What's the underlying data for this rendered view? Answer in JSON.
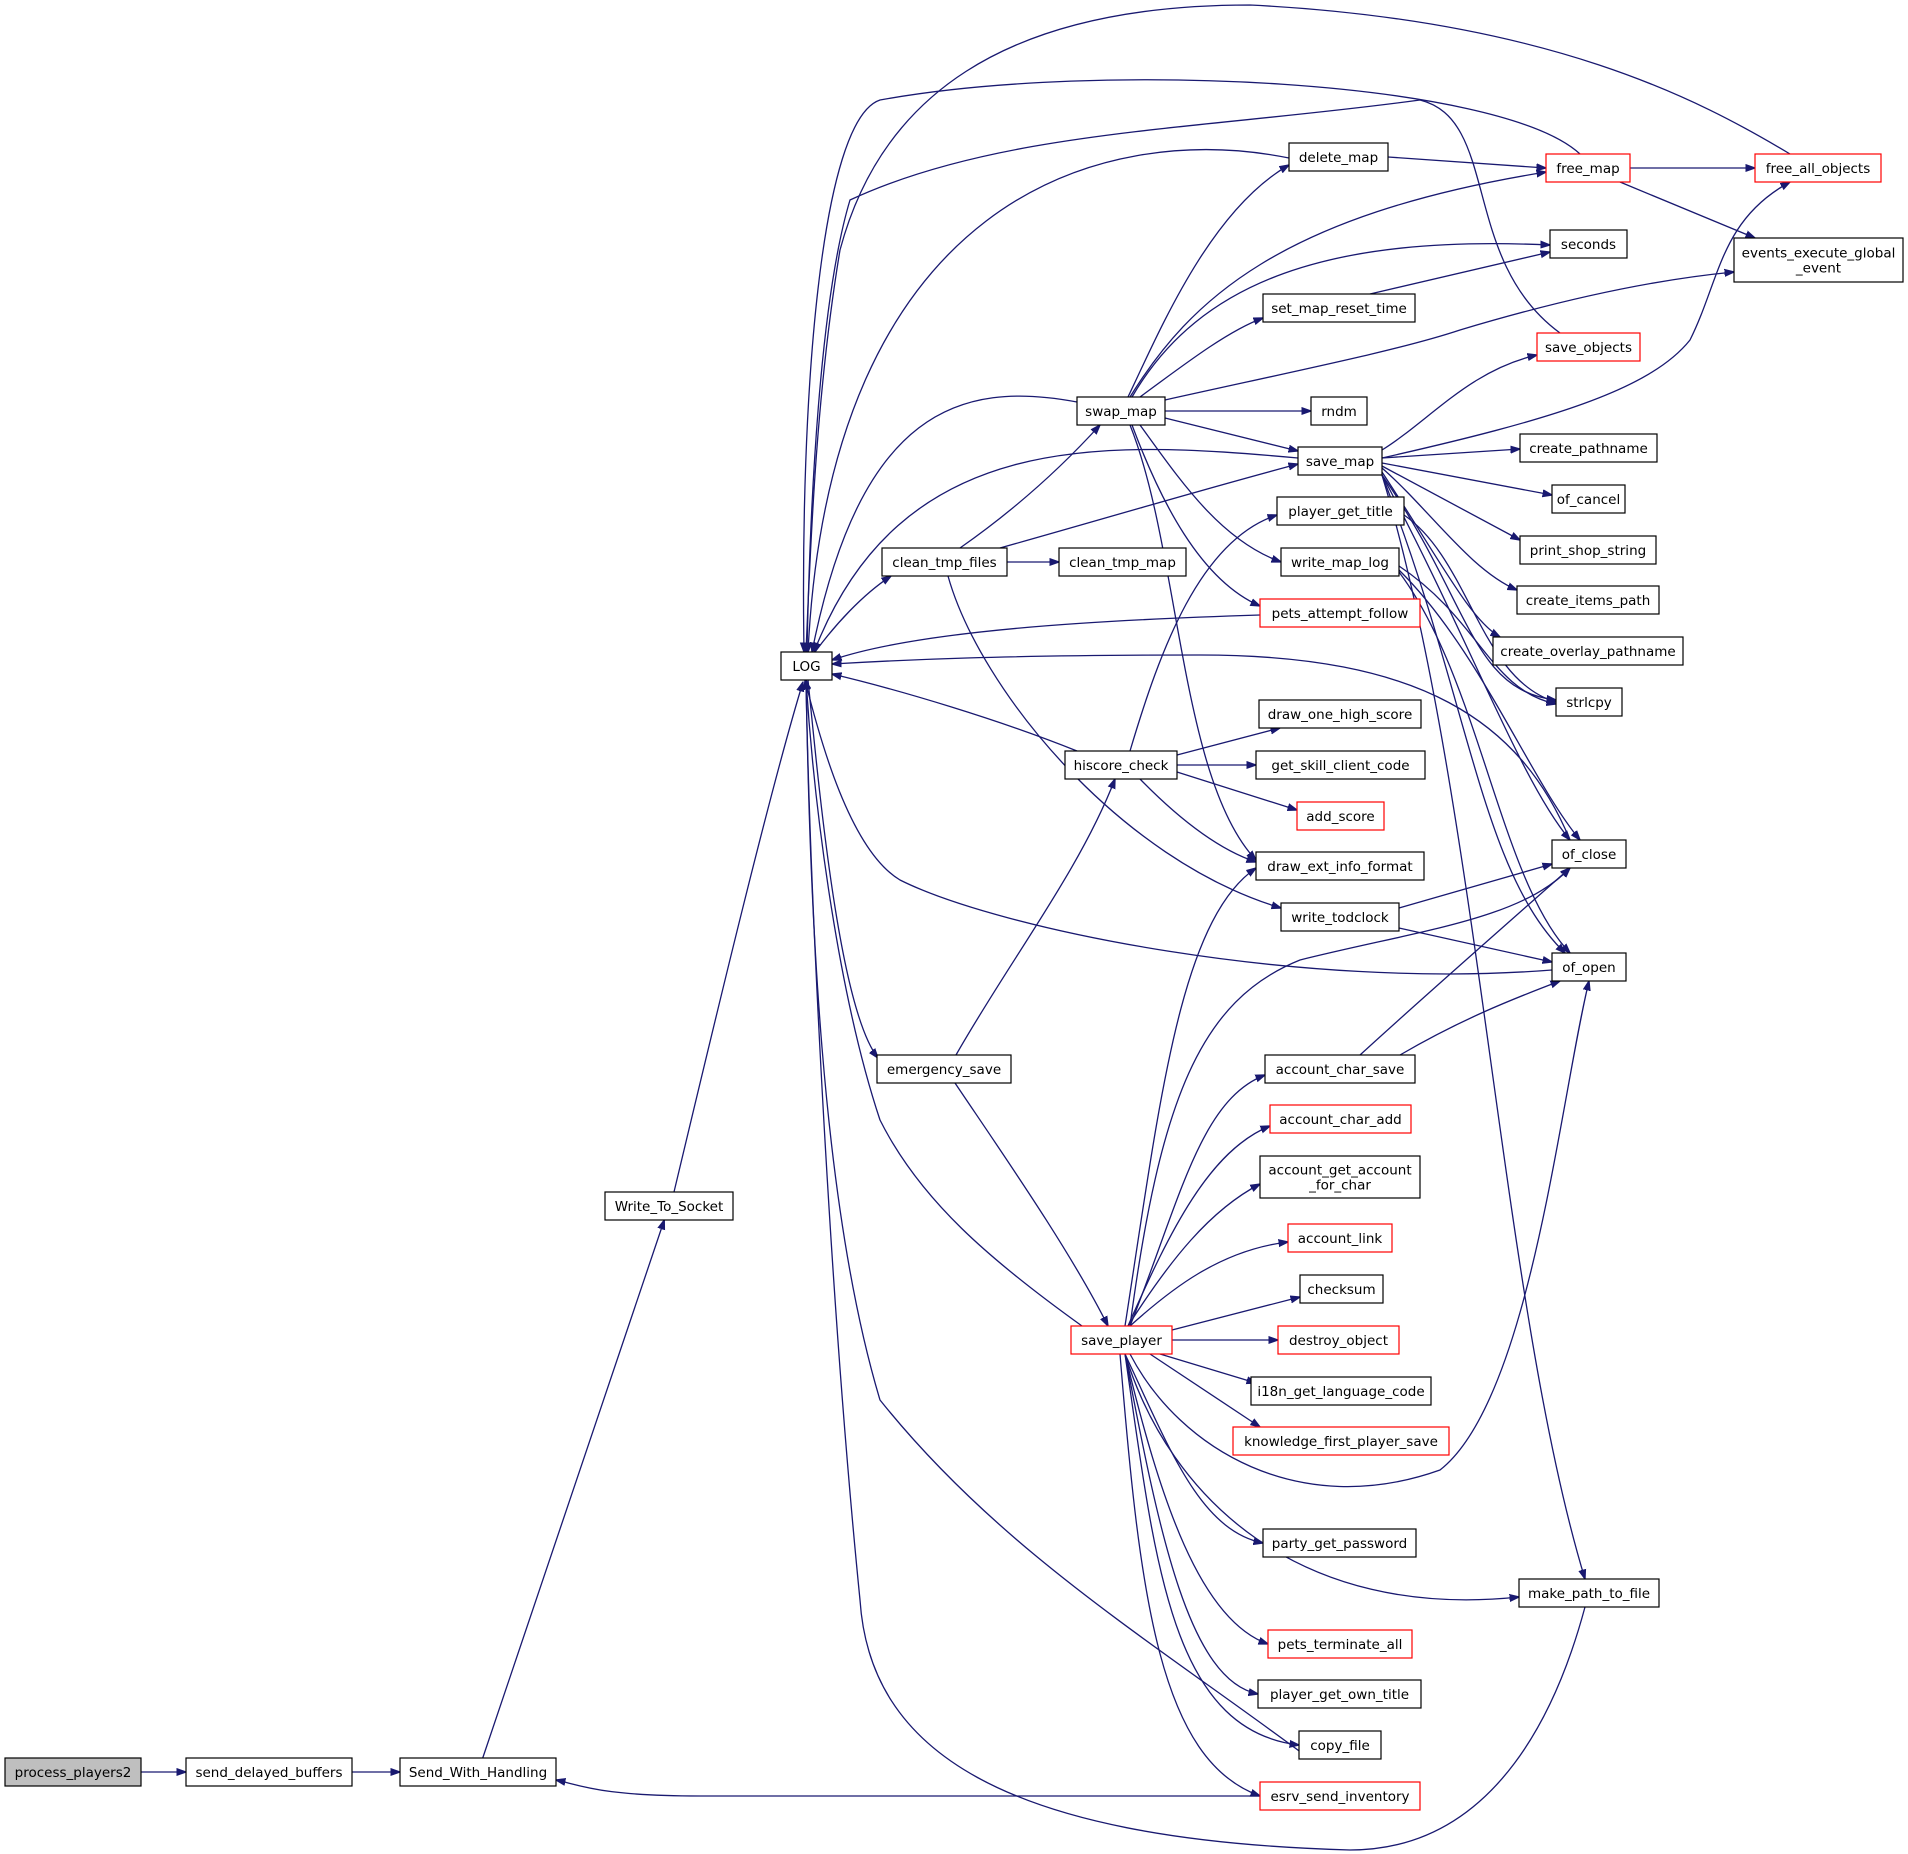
{
  "colors": {
    "edge": "#191970",
    "node_border": "#000000",
    "incomplete_node_border": "#ff0000",
    "root_fill": "#bfbfbf",
    "node_fill": "#ffffff"
  },
  "nodes": [
    {
      "id": "process_players2",
      "label": "process_players2",
      "style": "root"
    },
    {
      "id": "send_delayed_buffers",
      "label": "send_delayed_buffers",
      "style": "normal"
    },
    {
      "id": "Send_With_Handling",
      "label": "Send_With_Handling",
      "style": "normal"
    },
    {
      "id": "Write_To_Socket",
      "label": "Write_To_Socket",
      "style": "normal"
    },
    {
      "id": "LOG",
      "label": "LOG",
      "style": "normal"
    },
    {
      "id": "clean_tmp_files",
      "label": "clean_tmp_files",
      "style": "normal"
    },
    {
      "id": "emergency_save",
      "label": "emergency_save",
      "style": "normal"
    },
    {
      "id": "swap_map",
      "label": "swap_map",
      "style": "normal"
    },
    {
      "id": "clean_tmp_map",
      "label": "clean_tmp_map",
      "style": "normal"
    },
    {
      "id": "hiscore_check",
      "label": "hiscore_check",
      "style": "normal"
    },
    {
      "id": "save_player",
      "label": "save_player",
      "style": "red"
    },
    {
      "id": "delete_map",
      "label": "delete_map",
      "style": "normal"
    },
    {
      "id": "set_map_reset_time",
      "label": "set_map_reset_time",
      "style": "normal"
    },
    {
      "id": "rndm",
      "label": "rndm",
      "style": "normal"
    },
    {
      "id": "save_map",
      "label": "save_map",
      "style": "normal"
    },
    {
      "id": "player_get_title",
      "label": "player_get_title",
      "style": "normal"
    },
    {
      "id": "write_map_log",
      "label": "write_map_log",
      "style": "normal"
    },
    {
      "id": "pets_attempt_follow",
      "label": "pets_attempt_follow",
      "style": "red"
    },
    {
      "id": "draw_one_high_score",
      "label": "draw_one_high_score",
      "style": "normal"
    },
    {
      "id": "get_skill_client_code",
      "label": "get_skill_client_code",
      "style": "normal"
    },
    {
      "id": "add_score",
      "label": "add_score",
      "style": "red"
    },
    {
      "id": "draw_ext_info_format",
      "label": "draw_ext_info_format",
      "style": "normal"
    },
    {
      "id": "write_todclock",
      "label": "write_todclock",
      "style": "normal"
    },
    {
      "id": "account_char_save",
      "label": "account_char_save",
      "style": "normal"
    },
    {
      "id": "account_char_add",
      "label": "account_char_add",
      "style": "red"
    },
    {
      "id": "account_get_account_for_char",
      "label": "account_get_account\n_for_char",
      "style": "normal"
    },
    {
      "id": "account_link",
      "label": "account_link",
      "style": "red"
    },
    {
      "id": "checksum",
      "label": "checksum",
      "style": "normal"
    },
    {
      "id": "destroy_object",
      "label": "destroy_object",
      "style": "red"
    },
    {
      "id": "i18n_get_language_code",
      "label": "i18n_get_language_code",
      "style": "normal"
    },
    {
      "id": "knowledge_first_player_save",
      "label": "knowledge_first_player_save",
      "style": "red"
    },
    {
      "id": "party_get_password",
      "label": "party_get_password",
      "style": "normal"
    },
    {
      "id": "pets_terminate_all",
      "label": "pets_terminate_all",
      "style": "red"
    },
    {
      "id": "player_get_own_title",
      "label": "player_get_own_title",
      "style": "normal"
    },
    {
      "id": "copy_file",
      "label": "copy_file",
      "style": "normal"
    },
    {
      "id": "esrv_send_inventory",
      "label": "esrv_send_inventory",
      "style": "red"
    },
    {
      "id": "free_map",
      "label": "free_map",
      "style": "red"
    },
    {
      "id": "seconds",
      "label": "seconds",
      "style": "normal"
    },
    {
      "id": "save_objects",
      "label": "save_objects",
      "style": "red"
    },
    {
      "id": "create_pathname",
      "label": "create_pathname",
      "style": "normal"
    },
    {
      "id": "of_cancel",
      "label": "of_cancel",
      "style": "normal"
    },
    {
      "id": "print_shop_string",
      "label": "print_shop_string",
      "style": "normal"
    },
    {
      "id": "create_items_path",
      "label": "create_items_path",
      "style": "normal"
    },
    {
      "id": "create_overlay_pathname",
      "label": "create_overlay_pathname",
      "style": "normal"
    },
    {
      "id": "strlcpy",
      "label": "strlcpy",
      "style": "normal"
    },
    {
      "id": "of_close",
      "label": "of_close",
      "style": "normal"
    },
    {
      "id": "of_open",
      "label": "of_open",
      "style": "normal"
    },
    {
      "id": "make_path_to_file",
      "label": "make_path_to_file",
      "style": "normal"
    },
    {
      "id": "free_all_objects",
      "label": "free_all_objects",
      "style": "red"
    },
    {
      "id": "events_execute_global_event",
      "label": "events_execute_global\n_event",
      "style": "normal"
    }
  ],
  "edges": [
    [
      "process_players2",
      "send_delayed_buffers"
    ],
    [
      "send_delayed_buffers",
      "Send_With_Handling"
    ],
    [
      "Send_With_Handling",
      "Write_To_Socket"
    ],
    [
      "Write_To_Socket",
      "LOG"
    ],
    [
      "LOG",
      "clean_tmp_files"
    ],
    [
      "LOG",
      "emergency_save"
    ],
    [
      "clean_tmp_files",
      "swap_map"
    ],
    [
      "clean_tmp_files",
      "clean_tmp_map"
    ],
    [
      "clean_tmp_files",
      "save_map"
    ],
    [
      "clean_tmp_files",
      "write_todclock"
    ],
    [
      "emergency_save",
      "hiscore_check"
    ],
    [
      "emergency_save",
      "save_player"
    ],
    [
      "swap_map",
      "LOG"
    ],
    [
      "swap_map",
      "delete_map"
    ],
    [
      "swap_map",
      "free_map"
    ],
    [
      "swap_map",
      "seconds"
    ],
    [
      "swap_map",
      "set_map_reset_time"
    ],
    [
      "swap_map",
      "events_execute_global_event"
    ],
    [
      "swap_map",
      "rndm"
    ],
    [
      "swap_map",
      "save_map"
    ],
    [
      "swap_map",
      "write_map_log"
    ],
    [
      "swap_map",
      "pets_attempt_follow"
    ],
    [
      "swap_map",
      "draw_ext_info_format"
    ],
    [
      "delete_map",
      "LOG"
    ],
    [
      "delete_map",
      "free_map"
    ],
    [
      "free_map",
      "LOG"
    ],
    [
      "free_map",
      "free_all_objects"
    ],
    [
      "free_map",
      "events_execute_global_event"
    ],
    [
      "free_all_objects",
      "LOG"
    ],
    [
      "set_map_reset_time",
      "seconds"
    ],
    [
      "save_map",
      "LOG"
    ],
    [
      "save_map",
      "save_objects"
    ],
    [
      "save_map",
      "free_all_objects"
    ],
    [
      "save_map",
      "create_pathname"
    ],
    [
      "save_map",
      "of_cancel"
    ],
    [
      "save_map",
      "print_shop_string"
    ],
    [
      "save_map",
      "create_items_path"
    ],
    [
      "save_map",
      "create_overlay_pathname"
    ],
    [
      "save_map",
      "strlcpy"
    ],
    [
      "save_map",
      "of_close"
    ],
    [
      "save_map",
      "of_open"
    ],
    [
      "save_map",
      "make_path_to_file"
    ],
    [
      "save_objects",
      "LOG"
    ],
    [
      "player_get_title",
      "strlcpy"
    ],
    [
      "write_map_log",
      "strlcpy"
    ],
    [
      "write_map_log",
      "of_close"
    ],
    [
      "write_map_log",
      "of_open"
    ],
    [
      "pets_attempt_follow",
      "LOG"
    ],
    [
      "hiscore_check",
      "LOG"
    ],
    [
      "hiscore_check",
      "player_get_title"
    ],
    [
      "hiscore_check",
      "draw_one_high_score"
    ],
    [
      "hiscore_check",
      "get_skill_client_code"
    ],
    [
      "hiscore_check",
      "add_score"
    ],
    [
      "hiscore_check",
      "draw_ext_info_format"
    ],
    [
      "write_todclock",
      "of_close"
    ],
    [
      "write_todclock",
      "of_open"
    ],
    [
      "of_close",
      "LOG"
    ],
    [
      "of_open",
      "LOG"
    ],
    [
      "account_char_save",
      "of_close"
    ],
    [
      "account_char_save",
      "of_open"
    ],
    [
      "make_path_to_file",
      "LOG"
    ],
    [
      "copy_file",
      "LOG"
    ],
    [
      "esrv_send_inventory",
      "Send_With_Handling"
    ],
    [
      "save_player",
      "LOG"
    ],
    [
      "save_player",
      "draw_ext_info_format"
    ],
    [
      "save_player",
      "of_close"
    ],
    [
      "save_player",
      "account_char_save"
    ],
    [
      "save_player",
      "account_char_add"
    ],
    [
      "save_player",
      "account_get_account_for_char"
    ],
    [
      "save_player",
      "account_link"
    ],
    [
      "save_player",
      "checksum"
    ],
    [
      "save_player",
      "destroy_object"
    ],
    [
      "save_player",
      "i18n_get_language_code"
    ],
    [
      "save_player",
      "knowledge_first_player_save"
    ],
    [
      "save_player",
      "of_open"
    ],
    [
      "save_player",
      "party_get_password"
    ],
    [
      "save_player",
      "make_path_to_file"
    ],
    [
      "save_player",
      "pets_terminate_all"
    ],
    [
      "save_player",
      "player_get_own_title"
    ],
    [
      "save_player",
      "copy_file"
    ],
    [
      "save_player",
      "esrv_send_inventory"
    ]
  ]
}
